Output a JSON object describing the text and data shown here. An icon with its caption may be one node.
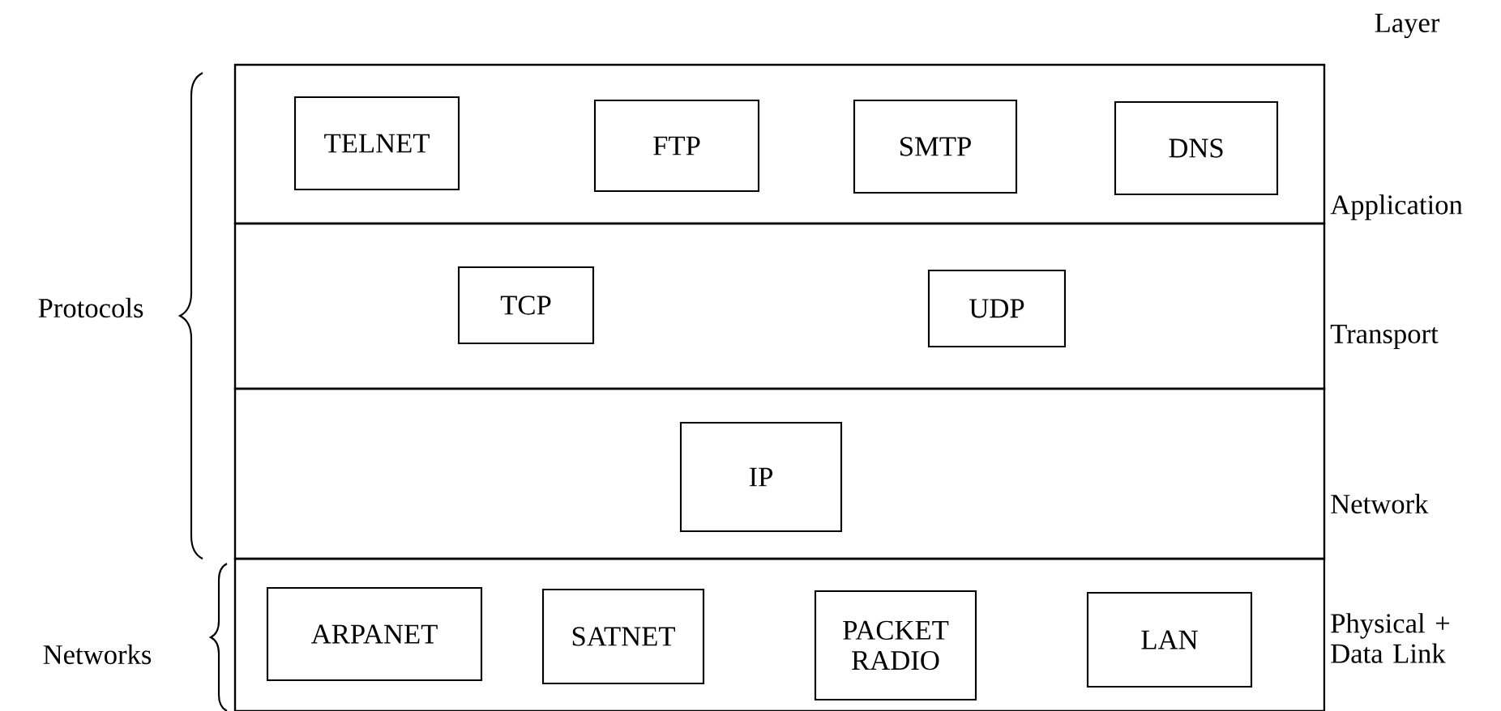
{
  "diagram": {
    "nodes": [
      {
        "text": [
          "Application"
        ]
      },
      {
        "text": [
          "TELNET"
        ],
        "in": 0
      },
      {
        "text": [
          "FTP"
        ],
        "in": 0
      },
      {
        "text": [
          "SMTP"
        ],
        "in": 0
      },
      {
        "text": [
          "DNS"
        ],
        "in": 0
      },
      {
        "text": [
          "Transport"
        ]
      },
      {
        "text": [
          "TCP"
        ],
        "in": 5
      },
      {
        "text": [
          "UDP"
        ],
        "in": 5
      },
      {
        "text": [
          "Network"
        ]
      },
      {
        "text": [
          "IP"
        ],
        "in": 8
      },
      {
        "text": [
          "Physical + Data Link"
        ]
      },
      {
        "text": [
          "ARPANET"
        ],
        "in": 10
      },
      {
        "text": [
          "SATNET"
        ],
        "in": 10
      },
      {
        "text": [
          "PACKET RADIO"
        ],
        "in": 10
      },
      {
        "text": [
          "LAN"
        ],
        "in": 10
      }
    ],
    "edges": [],
    "labels": [
      "Layer",
      "Protocols",
      "Networks"
    ]
  }
}
